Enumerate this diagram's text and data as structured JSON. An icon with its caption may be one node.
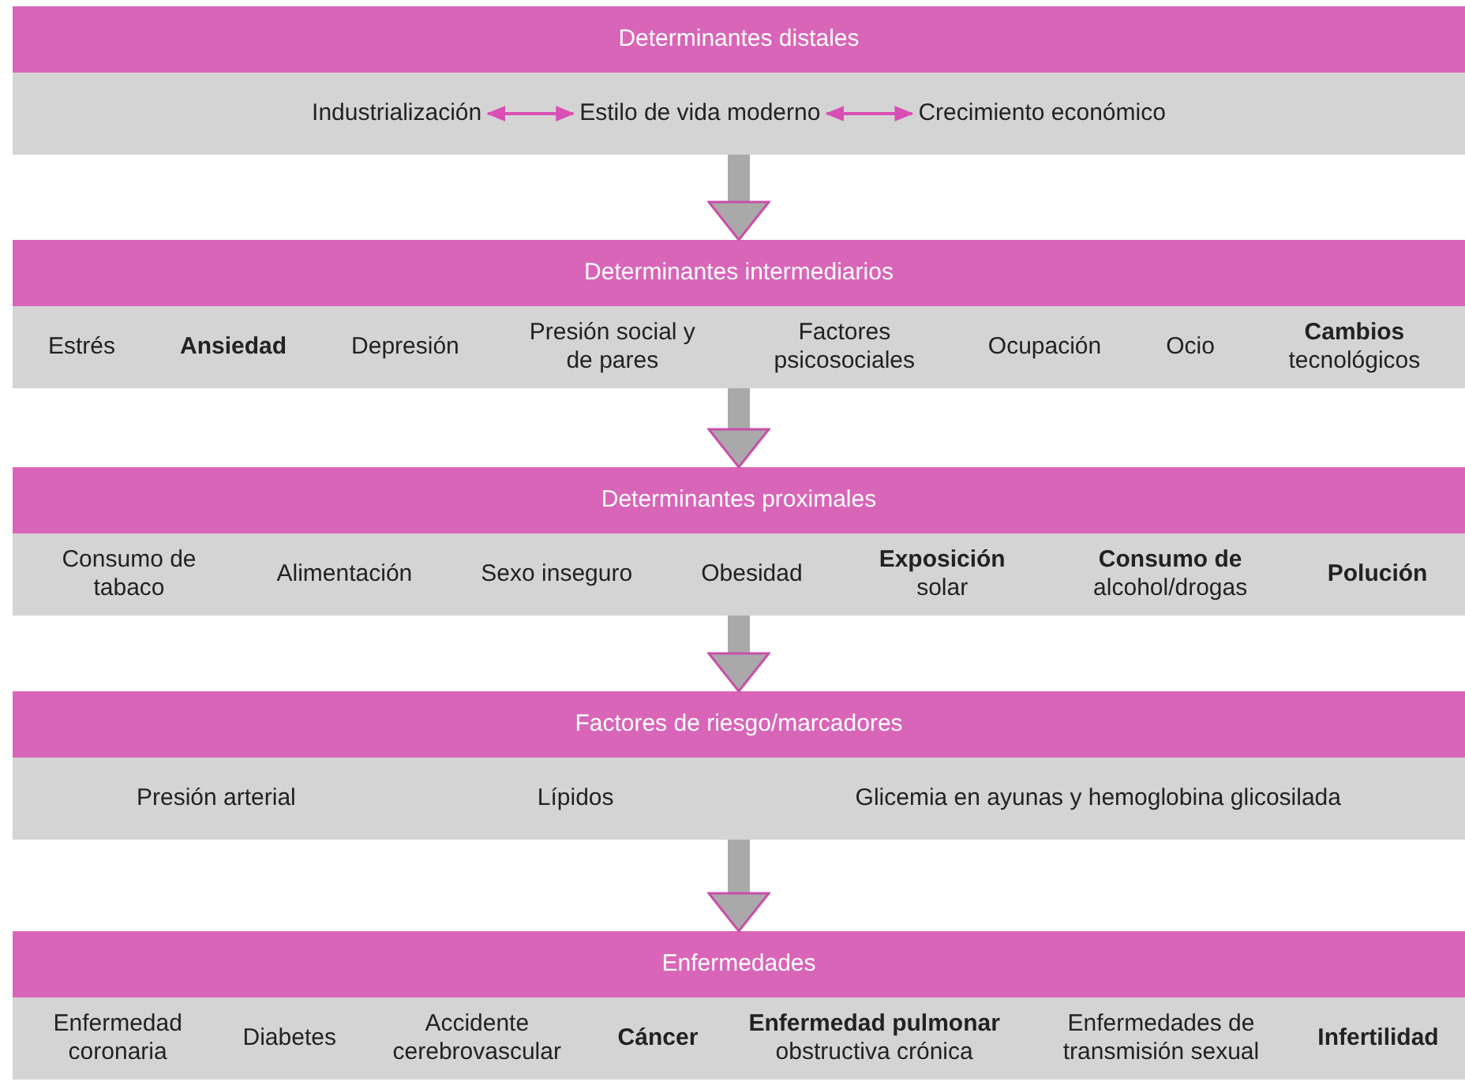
{
  "diagram": {
    "nodes": [
      {
        "text": [
          "Determinantes distales"
        ]
      },
      {
        "text": [
          "Industrialización"
        ],
        "in": 0
      },
      {
        "text": [
          "Estilo de vida moderno"
        ],
        "in": 0
      },
      {
        "text": [
          "Crecimiento económico"
        ],
        "in": 0
      },
      {
        "text": [
          "Determinantes intermediarios"
        ]
      },
      {
        "text": [
          "Estrés"
        ],
        "in": 4
      },
      {
        "text": [
          "Ansiedad"
        ],
        "in": 4
      },
      {
        "text": [
          "Depresión"
        ],
        "in": 4
      },
      {
        "text": [
          "Presión social y de pares"
        ],
        "in": 4
      },
      {
        "text": [
          "Factores psicosociales"
        ],
        "in": 4
      },
      {
        "text": [
          "Ocupación"
        ],
        "in": 4
      },
      {
        "text": [
          "Ocio"
        ],
        "in": 4
      },
      {
        "text": [
          "**Cambios** tecnológicos"
        ],
        "in": 4
      },
      {
        "text": [
          "Determinantes proximales"
        ]
      },
      {
        "text": [
          "Consumo de tabaco"
        ],
        "in": 13
      },
      {
        "text": [
          "Alimentación"
        ],
        "in": 13
      },
      {
        "text": [
          "Sexo inseguro"
        ],
        "in": 13
      },
      {
        "text": [
          "Obesidad"
        ],
        "in": 13
      },
      {
        "text": [
          "**Exposición** solar"
        ],
        "in": 13
      },
      {
        "text": [
          "**Consumo de** alcohol/drogas"
        ],
        "in": 13
      },
      {
        "text": [
          "Polución"
        ],
        "in": 13
      },
      {
        "text": [
          "Factores de riesgo/marcadores"
        ]
      },
      {
        "text": [
          "Presión arterial"
        ],
        "in": 21
      },
      {
        "text": [
          "Lípidos"
        ],
        "in": 21
      },
      {
        "text": [
          "Glicemia en ayunas y hemoglobina glicosilada"
        ],
        "in": 21
      },
      {
        "text": [
          "Enfermedades"
        ]
      },
      {
        "text": [
          "Enfermedad coronaria"
        ],
        "in": 25
      },
      {
        "text": [
          "Diabetes"
        ],
        "in": 25
      },
      {
        "text": [
          "Accidente cerebrovascular"
        ],
        "in": 25
      },
      {
        "text": [
          "Cáncer"
        ],
        "in": 25
      },
      {
        "text": [
          "**Enfermedad pulmonar** obstructiva crónica"
        ],
        "in": 25
      },
      {
        "text": [
          "Enfermedades de transmisión sexual"
        ],
        "in": 25
      },
      {
        "text": [
          "Infertilidad"
        ],
        "in": 25
      }
    ],
    "edges": [
      {
        "from": 1,
        "to": 2,
        "arrow": "both",
        "color": "#d94fb5"
      },
      {
        "from": 2,
        "to": 3,
        "arrow": "both",
        "color": "#d94fb5"
      },
      {
        "from": 0,
        "to": 4,
        "arrow": "to"
      },
      {
        "from": 4,
        "to": 13,
        "arrow": "to"
      },
      {
        "from": 13,
        "to": 21,
        "arrow": "to"
      },
      {
        "from": 21,
        "to": 25,
        "arrow": "to"
      }
    ]
  }
}
